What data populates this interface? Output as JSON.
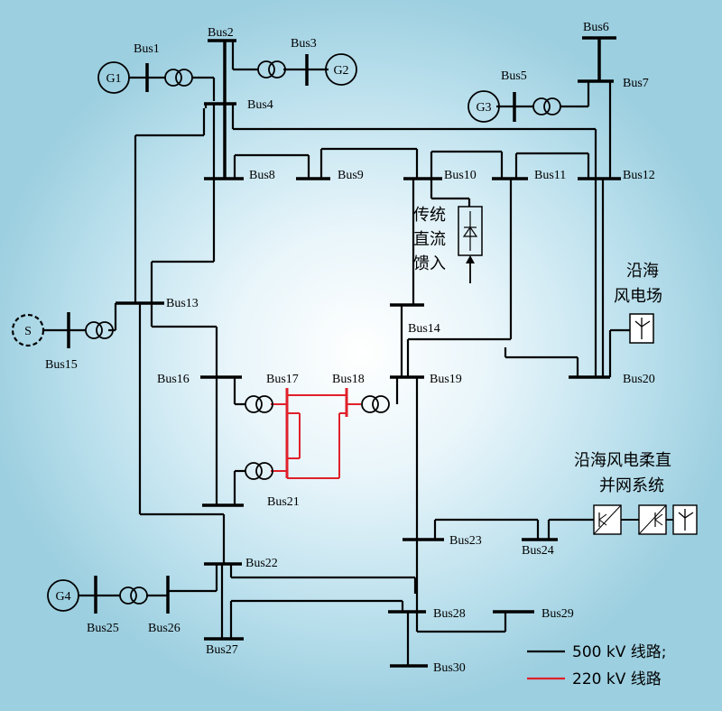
{
  "buses": {
    "bus1": "Bus1",
    "bus2": "Bus2",
    "bus3": "Bus3",
    "bus4": "Bus4",
    "bus5": "Bus5",
    "bus6": "Bus6",
    "bus7": "Bus7",
    "bus8": "Bus8",
    "bus9": "Bus9",
    "bus10": "Bus10",
    "bus11": "Bus11",
    "bus12": "Bus12",
    "bus13": "Bus13",
    "bus14": "Bus14",
    "bus15": "Bus15",
    "bus16": "Bus16",
    "bus17": "Bus17",
    "bus18": "Bus18",
    "bus19": "Bus19",
    "bus20": "Bus20",
    "bus21": "Bus21",
    "bus22": "Bus22",
    "bus23": "Bus23",
    "bus24": "Bus24",
    "bus25": "Bus25",
    "bus26": "Bus26",
    "bus27": "Bus27",
    "bus28": "Bus28",
    "bus29": "Bus29",
    "bus30": "Bus30"
  },
  "generators": {
    "g1": "G1",
    "g2": "G2",
    "g3": "G3",
    "g4": "G4",
    "s": "S"
  },
  "labels": {
    "hvdc_line1": "传统",
    "hvdc_line2": "直流",
    "hvdc_line3": "馈入",
    "wind_farm_line1": "沿海",
    "wind_farm_line2": "风电场",
    "flex_line1": "沿海风电柔直",
    "flex_line2": "并网系统"
  },
  "legend": {
    "kv500": "500 kV 线路;",
    "kv220": "220 kV 线路"
  },
  "colors": {
    "line_500kv": "#000000",
    "line_220kv": "#e0202a"
  }
}
